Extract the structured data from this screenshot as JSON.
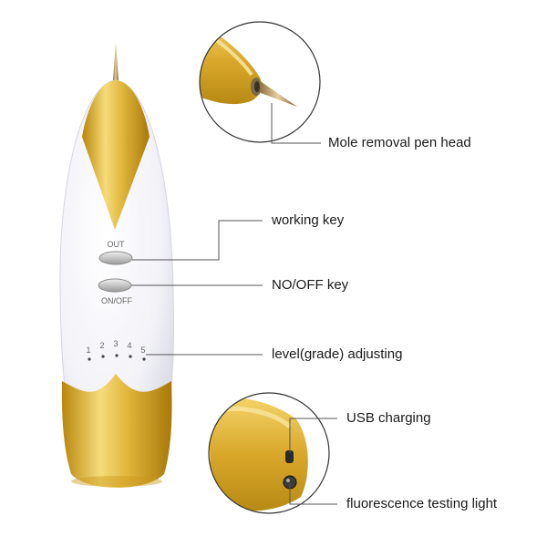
{
  "device": {
    "button_out_label": "OUT",
    "button_onoff_label": "ON/OFF",
    "levels": [
      "1",
      "2",
      "3",
      "4",
      "5"
    ]
  },
  "callouts": {
    "pen_head": "Mole  removal pen head",
    "working_key": "working key",
    "onoff_key": "NO/OFF key",
    "level_adjusting": "level(grade) adjusting",
    "usb_charging": "USB charging",
    "fluorescence_light": "fluorescence testing light"
  },
  "colors": {
    "gold": "#d4a318",
    "gold_light": "#f6dc7a",
    "body_white": "#f7f7fb",
    "line": "#555555"
  }
}
